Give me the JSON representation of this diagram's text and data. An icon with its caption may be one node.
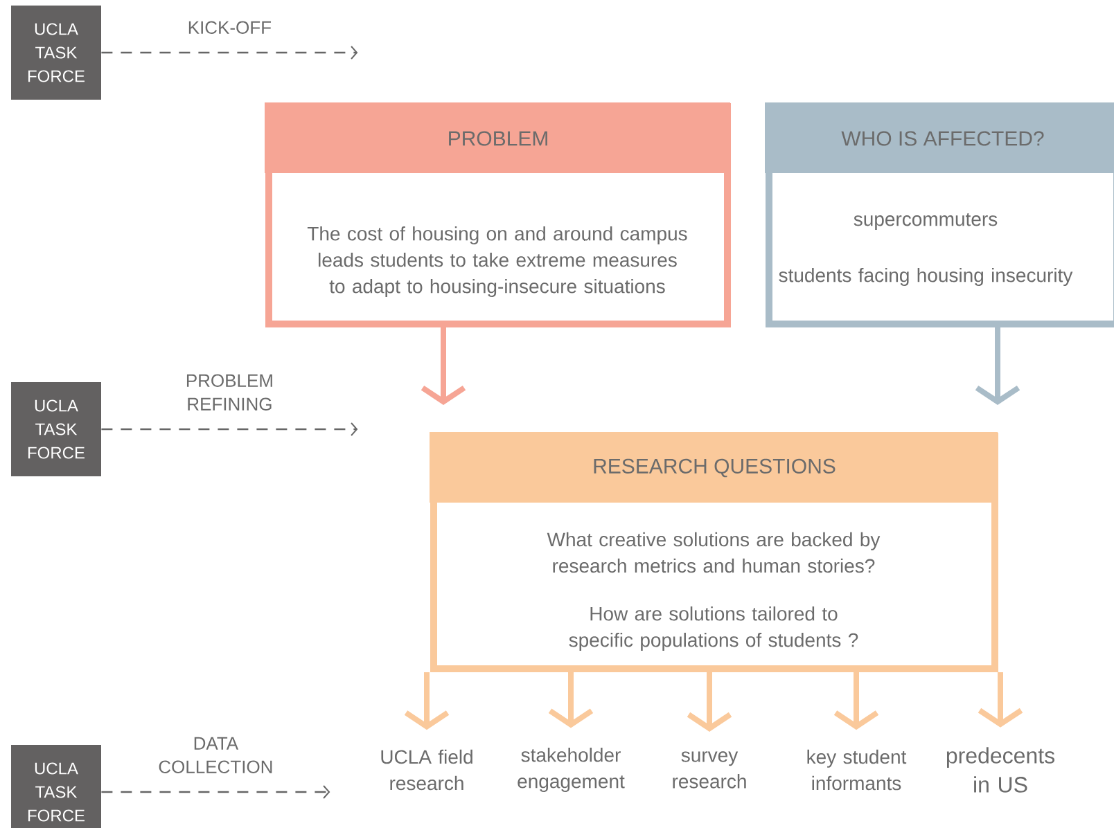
{
  "diagram": {
    "nodes": [
      {
        "text": [
          "UCLA TASK FORCE"
        ]
      },
      {
        "text": [
          "UCLA TASK FORCE"
        ]
      },
      {
        "text": [
          "UCLA TASK FORCE"
        ]
      },
      {
        "text": [
          "PROBLEM",
          "The cost of housing on and around campus leads students to take extreme measures to adapt to housing-insecure situations"
        ]
      },
      {
        "text": [
          "WHO IS AFFECTED?",
          "supercommuters",
          "students facing housing insecurity"
        ]
      },
      {
        "text": [
          "RESEARCH QUESTIONS",
          "What creative solutions are backed by research metrics and human stories?",
          "How are solutions tailored to specific populations of students ?"
        ]
      },
      {
        "text": [
          "UCLA field research"
        ]
      },
      {
        "text": [
          "stakeholder engagement"
        ]
      },
      {
        "text": [
          "survey research"
        ]
      },
      {
        "text": [
          "key student informants"
        ]
      },
      {
        "text": [
          "predecents in US"
        ]
      }
    ],
    "edges": [
      {
        "from": 0,
        "to": null,
        "arrow": "to",
        "label": "KICK-OFF",
        "style": "dashed",
        "color": "#666666"
      },
      {
        "from": 1,
        "to": null,
        "arrow": "to",
        "label": "PROBLEM REFINING",
        "style": "dashed",
        "color": "#666666"
      },
      {
        "from": 2,
        "to": null,
        "arrow": "to",
        "label": "DATA COLLECTION",
        "style": "dashed",
        "color": "#666666"
      },
      {
        "from": 3,
        "to": 5,
        "arrow": "to",
        "color": "#f6a595"
      },
      {
        "from": 4,
        "to": 5,
        "arrow": "to",
        "color": "#a9bcc8"
      },
      {
        "from": 5,
        "to": 6,
        "arrow": "to"
      },
      {
        "from": 5,
        "to": 7,
        "arrow": "to"
      },
      {
        "from": 5,
        "to": 8,
        "arrow": "to"
      },
      {
        "from": 5,
        "to": 9,
        "arrow": "to"
      },
      {
        "from": 5,
        "to": 10,
        "arrow": "to"
      }
    ]
  }
}
